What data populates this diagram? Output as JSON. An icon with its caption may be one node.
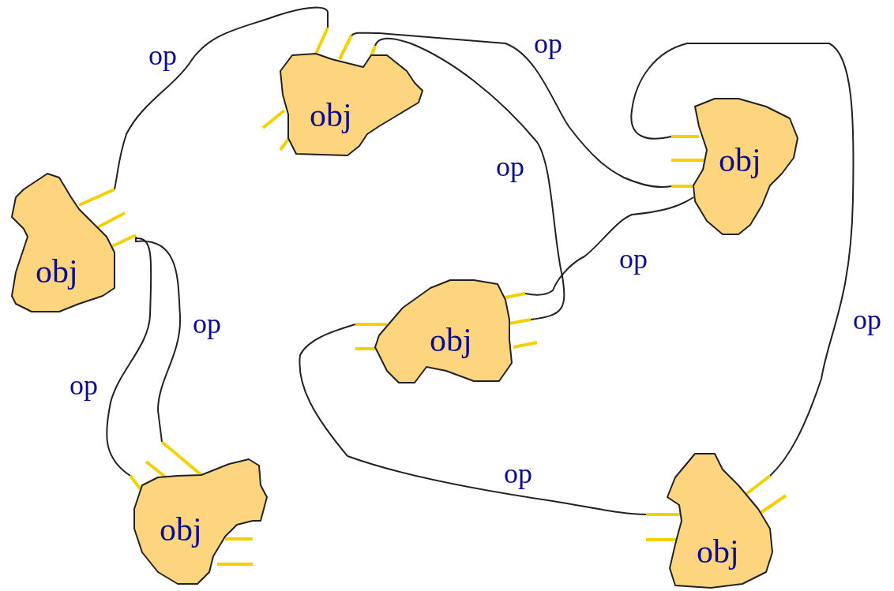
{
  "diagram": {
    "nodes": [
      {
        "text": [
          "obj"
        ]
      },
      {
        "text": [
          "obj"
        ]
      },
      {
        "text": [
          "obj"
        ]
      },
      {
        "text": [
          "obj"
        ]
      },
      {
        "text": [
          "obj"
        ]
      },
      {
        "text": [
          "obj"
        ]
      }
    ],
    "edges": [
      {
        "from": 2,
        "to": 0,
        "arrow": "none",
        "label": "op"
      },
      {
        "from": 0,
        "to": 1,
        "arrow": "none",
        "label": "op"
      },
      {
        "from": 0,
        "to": 3,
        "arrow": "none",
        "label": "op"
      },
      {
        "from": 1,
        "to": 5,
        "arrow": "none",
        "label": "op"
      },
      {
        "from": 1,
        "to": 3,
        "arrow": "none",
        "label": "op"
      },
      {
        "from": 3,
        "to": 5,
        "arrow": "none",
        "label": "op"
      },
      {
        "from": 2,
        "to": 4,
        "arrow": "none",
        "label": "op"
      },
      {
        "from": 2,
        "to": 4,
        "arrow": "none",
        "label": "op"
      }
    ]
  }
}
